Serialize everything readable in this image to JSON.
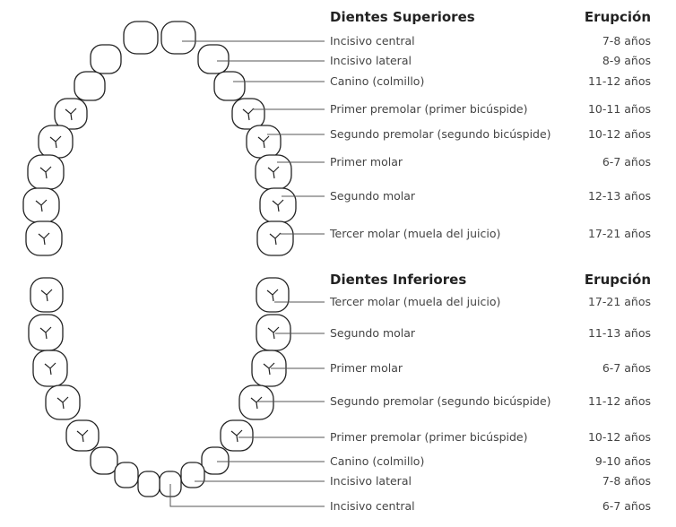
{
  "upper": {
    "title": "Dientes Superiores",
    "eruption_header": "Erupción",
    "rows": [
      {
        "name": "Incisivo central",
        "age": "7-8 años"
      },
      {
        "name": "Incisivo lateral",
        "age": "8-9 años"
      },
      {
        "name": "Canino (colmillo)",
        "age": "11-12 años"
      },
      {
        "name": "Primer premolar (primer bicúspide)",
        "age": "10-11 años"
      },
      {
        "name": "Segundo premolar (segundo bicúspide)",
        "age": "10-12 años"
      },
      {
        "name": "Primer molar",
        "age": "6-7 años"
      },
      {
        "name": "Segundo molar",
        "age": "12-13 años"
      },
      {
        "name": "Tercer molar (muela del juicio)",
        "age": "17-21 años"
      }
    ]
  },
  "lower": {
    "title": "Dientes Inferiores",
    "eruption_header": "Erupción",
    "rows": [
      {
        "name": "Tercer molar (muela del juicio)",
        "age": "17-21 años"
      },
      {
        "name": "Segundo molar",
        "age": "11-13 años"
      },
      {
        "name": "Primer molar",
        "age": "6-7 años"
      },
      {
        "name": "Segundo premolar (segundo bicúspide)",
        "age": "11-12 años"
      },
      {
        "name": "Primer premolar (primer bicúspide)",
        "age": "10-12 años"
      },
      {
        "name": "Canino (colmillo)",
        "age": "9-10 años"
      },
      {
        "name": "Incisivo lateral",
        "age": "7-8 años"
      },
      {
        "name": "Incisivo central",
        "age": "6-7 años"
      }
    ]
  }
}
